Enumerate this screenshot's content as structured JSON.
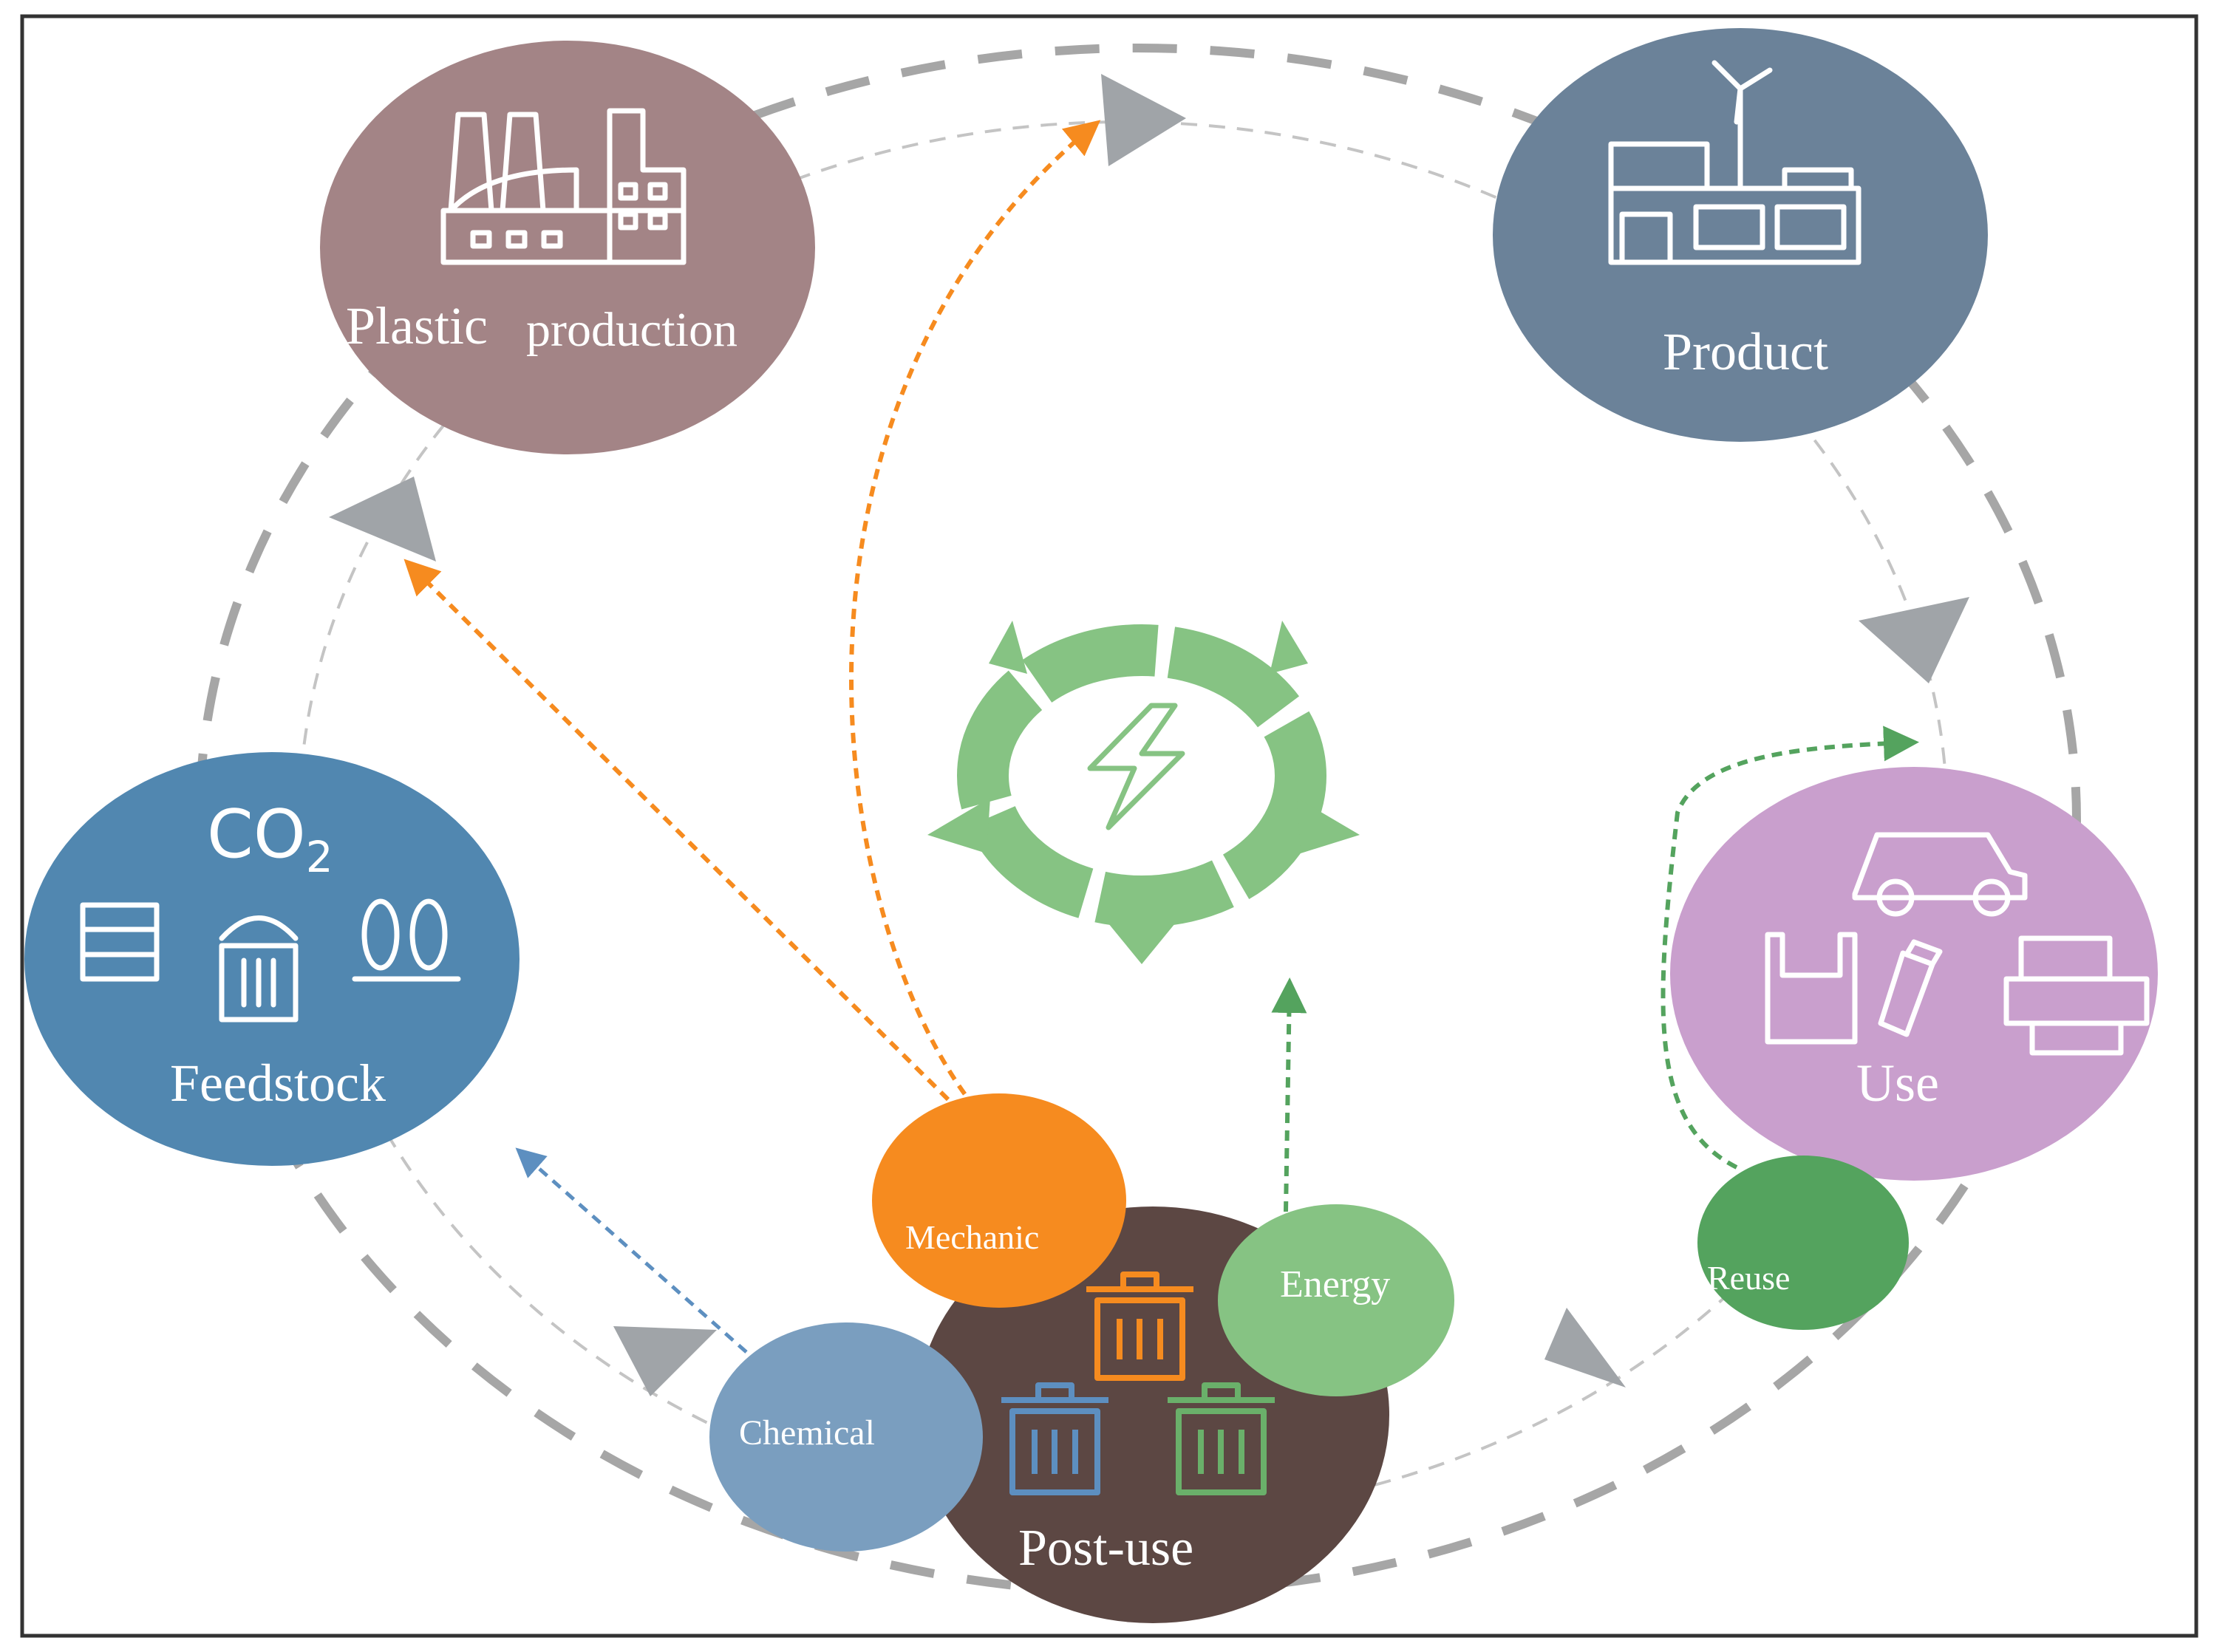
{
  "nodes": {
    "plastic_production": {
      "label_a": "Plastic",
      "label_b": "production",
      "color": "#a38486"
    },
    "product": {
      "label": "Product",
      "color": "#6b8299"
    },
    "use": {
      "label": "Use",
      "color": "#c99fcd"
    },
    "feedstock": {
      "label": "Feedstock",
      "co2_base": "CO",
      "co2_sub": "2",
      "color": "#5187b0"
    },
    "post_use": {
      "label": "Post-use",
      "color": "#5c4743"
    },
    "mechanic": {
      "label": "Mechanic",
      "color": "#f68b1f"
    },
    "energy": {
      "label": "Energy",
      "color": "#86c383"
    },
    "chemical": {
      "label": "Chemical",
      "color": "#7a9ebf"
    },
    "reuse": {
      "label": "Reuse",
      "color": "#54a35e"
    }
  },
  "colors": {
    "outer_cycle": "#a6a6a6",
    "inner_cycle": "#bdbdbd",
    "arrowhead": "#a0a4a8",
    "mechanic_path": "#f68b1f",
    "energy_path": "#54a35e",
    "chemical_path": "#5d8fc0",
    "energy_symbol": "#86c383",
    "bin_orange": "#f68b1f",
    "bin_blue": "#5d8fc0",
    "bin_green": "#6ab06a"
  },
  "icons": [
    "factory-icon",
    "wind-turbine-factory-icon",
    "car-icon",
    "plastic-bag-icon",
    "bottle-icon",
    "printer-icon",
    "oil-barrel-icon",
    "waste-bin-icon",
    "corn-plant-icon",
    "lightning-bolt-icon",
    "trash-bin-icon"
  ]
}
